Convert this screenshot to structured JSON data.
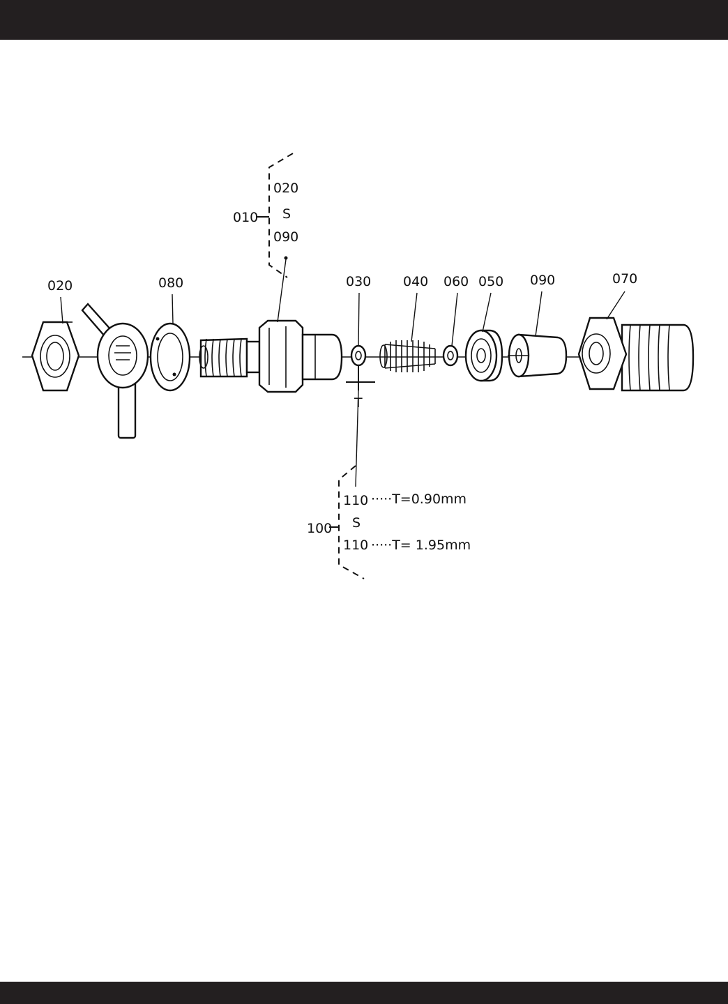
{
  "header_bar": {
    "color": "#231f20"
  },
  "footer_bar": {
    "color": "#231f20"
  },
  "diagram": {
    "callouts": {
      "nut_left": "020",
      "washer_080": "080",
      "shim_030": "030",
      "spring_040": "040",
      "stopper_060": "060",
      "seat_050": "050",
      "valve_090": "090",
      "holder_070": "070"
    },
    "assembly_group": {
      "label": "010",
      "first": "020",
      "range_symbol": "S",
      "last": "090"
    },
    "shim_group": {
      "label": "100",
      "first": "110",
      "first_spec": "·····T=0.90mm",
      "range_symbol": "S",
      "last": "110",
      "last_spec": "·····T= 1.95mm",
      "thickness_marker": "T"
    }
  }
}
